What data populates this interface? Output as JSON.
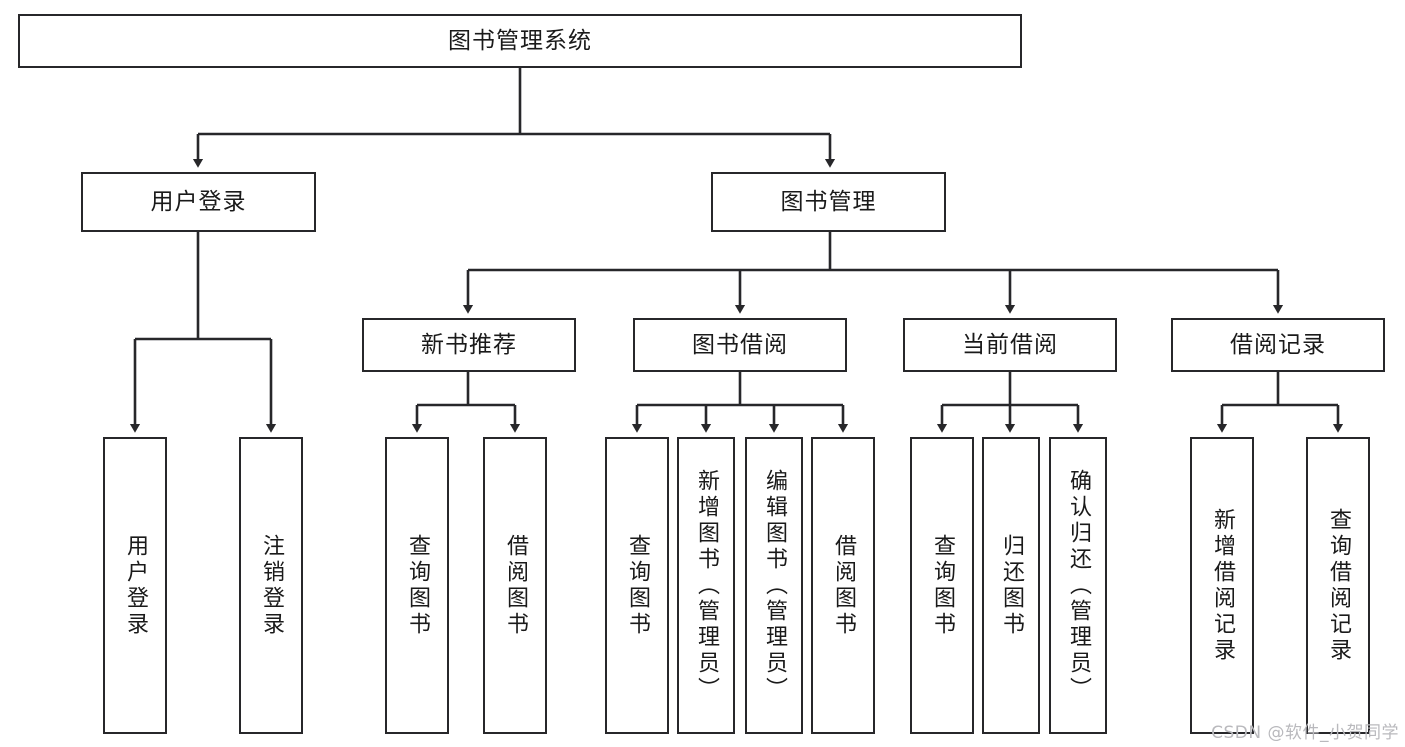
{
  "diagram": {
    "title": "图书管理系统",
    "type": "tree-hierarchy",
    "watermark": "CSDN @软件_小贺同学",
    "colors": {
      "border": "#27272a",
      "background": "#ffffff",
      "text": "#1a1a1a",
      "watermark": "#b9b9bd"
    },
    "nodes": {
      "root": {
        "label": "图书管理系统"
      },
      "level2": [
        {
          "id": "user-login",
          "label": "用户登录"
        },
        {
          "id": "book-management",
          "label": "图书管理"
        }
      ],
      "level3": [
        {
          "id": "new-book-recommend",
          "label": "新书推荐"
        },
        {
          "id": "book-borrow",
          "label": "图书借阅"
        },
        {
          "id": "current-borrow",
          "label": "当前借阅"
        },
        {
          "id": "borrow-record",
          "label": "借阅记录"
        }
      ],
      "leaves": [
        {
          "id": "leaf-user-login",
          "label": "用户登录",
          "parent": "user-login"
        },
        {
          "id": "leaf-logout",
          "label": "注销登录",
          "parent": "user-login"
        },
        {
          "id": "leaf-query-book-1",
          "label": "查询图书",
          "parent": "new-book-recommend"
        },
        {
          "id": "leaf-borrow-book-1",
          "label": "借阅图书",
          "parent": "new-book-recommend"
        },
        {
          "id": "leaf-query-book-2",
          "label": "查询图书",
          "parent": "book-borrow"
        },
        {
          "id": "leaf-add-book",
          "label": "新增图书（管理员）",
          "parent": "book-borrow"
        },
        {
          "id": "leaf-edit-book",
          "label": "编辑图书（管理员）",
          "parent": "book-borrow"
        },
        {
          "id": "leaf-borrow-book-2",
          "label": "借阅图书",
          "parent": "book-borrow"
        },
        {
          "id": "leaf-query-book-3",
          "label": "查询图书",
          "parent": "current-borrow"
        },
        {
          "id": "leaf-return-book",
          "label": "归还图书",
          "parent": "current-borrow"
        },
        {
          "id": "leaf-confirm-return",
          "label": "确认归还（管理员）",
          "parent": "current-borrow"
        },
        {
          "id": "leaf-add-record",
          "label": "新增借阅记录",
          "parent": "borrow-record"
        },
        {
          "id": "leaf-query-record",
          "label": "查询借阅记录",
          "parent": "borrow-record"
        }
      ]
    }
  }
}
